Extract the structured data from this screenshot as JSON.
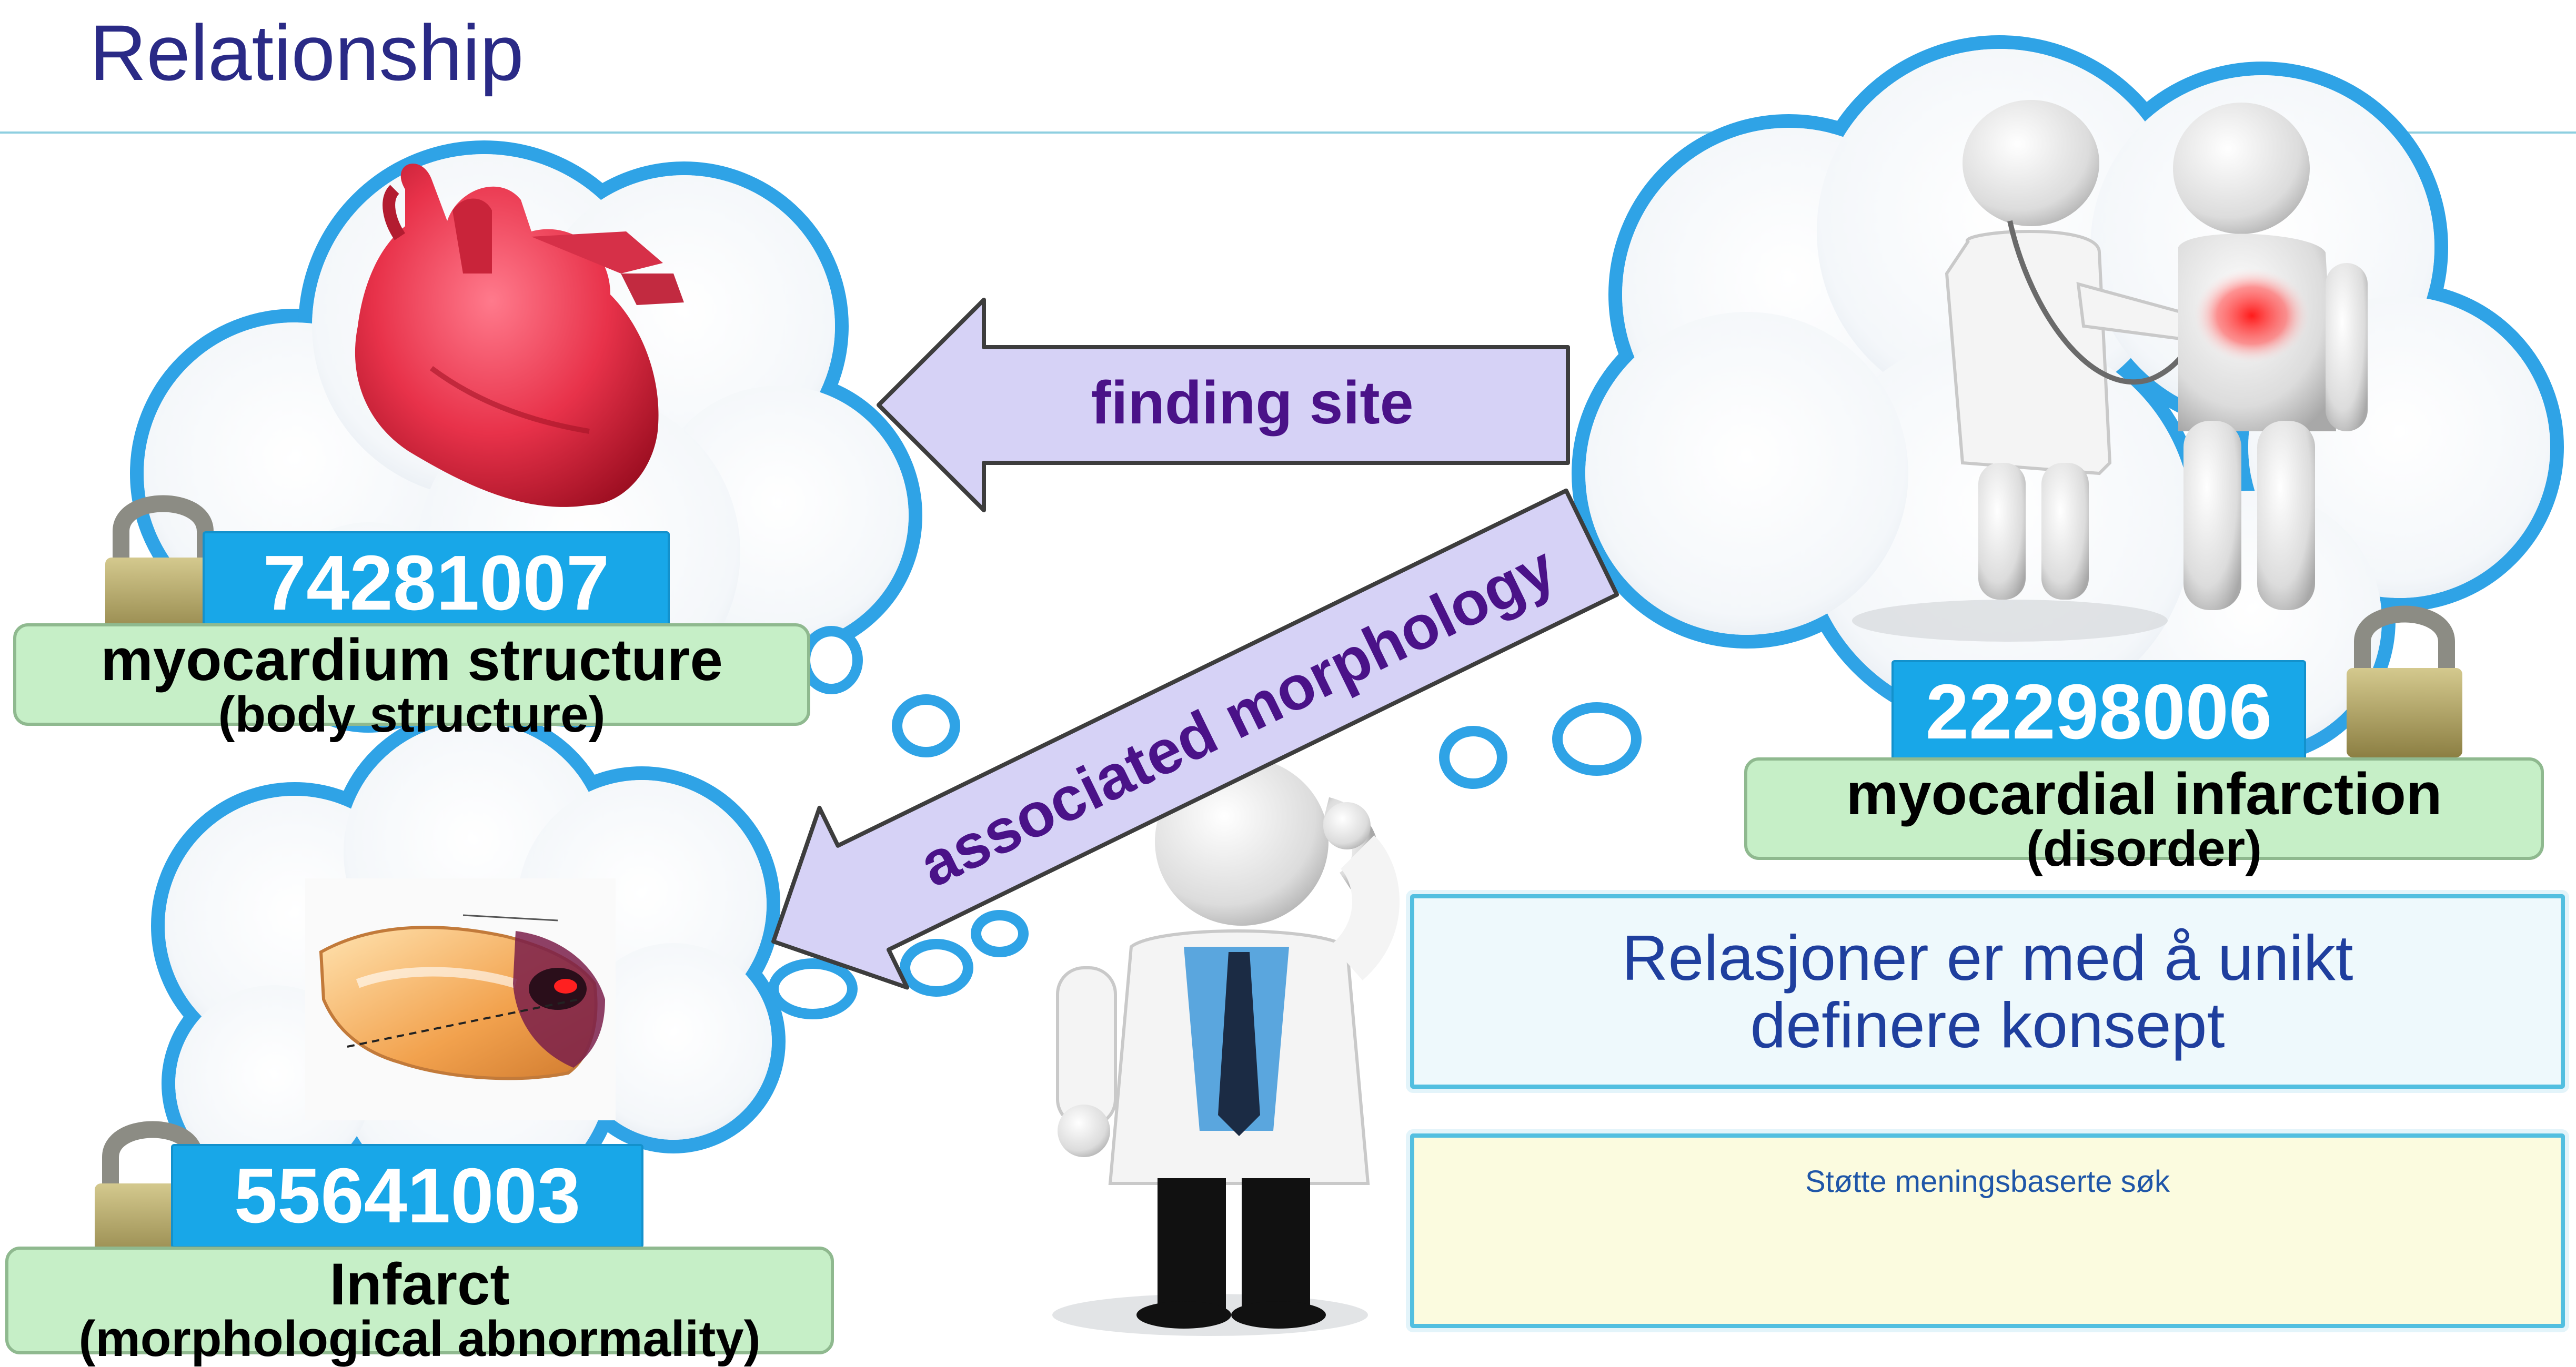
{
  "title": "Relationship",
  "concepts": {
    "body_structure": {
      "code": "74281007",
      "name": "myocardium structure",
      "type": "(body structure)"
    },
    "disorder": {
      "code": "22298006",
      "name": "myocardial infarction",
      "type": "(disorder)"
    },
    "morphology": {
      "code": "55641003",
      "name": "Infarct",
      "type": "(morphological abnormality)"
    }
  },
  "relationships": {
    "finding_site": "finding site",
    "associated_morphology": "associated morphology"
  },
  "info_box": {
    "text": "Relasjoner er med å unikt definere konsept"
  },
  "note_box": {
    "text": "Støtte meningsbaserte søk"
  },
  "colors": {
    "title": "#2a2a86",
    "code_box": "#18a7e8",
    "label_box": "#c6efc7",
    "arrow_fill": "#d6d2f6",
    "arrow_text": "#4a1288",
    "cloud_border": "#2fa3e6",
    "info_text": "#1f3f9e"
  },
  "icons": [
    "heart-image",
    "doctor-patient-image",
    "infarct-tissue-image",
    "thinking-doctor-image",
    "padlock-icon"
  ]
}
